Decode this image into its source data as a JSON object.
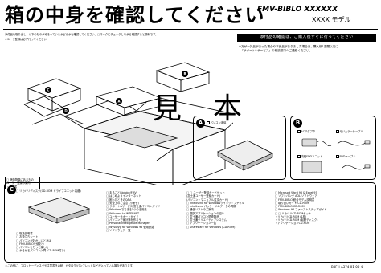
{
  "header": {
    "title": "箱の中身を確認してください",
    "brand": "FMV-BIBLO XXXXXX",
    "model": "XXXX モデル"
  },
  "intro": {
    "line1": "添付品を取り出し、以下のものがそろっているかどうかを確認してください。□マークにチェックしながら確認すると便利です。",
    "line2": "※ユーザ登録は必ず行ってください。"
  },
  "warning": {
    "bar": "添付品の確認は、ご購入後すぐに行ってください",
    "text": "※万が一欠品があった場合や不良品がありました場合は、購入後1週間以内に\n  『サポート&サービス』の相談窓口へご連絡ください。"
  },
  "panel_a": {
    "letter": "A",
    "items": [
      "パソコン本体"
    ]
  },
  "panel_b": {
    "letter": "B",
    "items": [
      "ACアダプタ",
      "モジュラーケーブル",
      "内蔵FDDユニット",
      "FDDケーブル"
    ]
  },
  "watermark": {
    "left": "見",
    "right": "本"
  },
  "box_note": {
    "line1": "□ 梱包物欄にあるもの",
    "line2": "ユーザー登録の案内",
    "line3": "・保証書"
  },
  "panel_c": {
    "letter": "C",
    "col1": [
      "□ リカバリディスク(CD-ROM ドライブユニット内蔵)",
      "□ 取扱説明書",
      "□ お役立ちシート",
      "□ パソコンがおかしいときは",
      "□ FMV-BIBLOを使おう",
      "□ パソコンをもっと楽しむ",
      "□ かるがるパソコン入門 (CD-ROM付き)"
    ],
    "col2": [
      "□ まるごとBiglobe/FMV",
      "□ はじめようインターネット",
      "□ 困ったときのQ&A",
      "□ 安全上のご注意 (小冊子)",
      "□ サポート&サービス 富士通パソコンガイド",
      "□ Windowsでできる5つの活用法",
      "□ Welcome to INTERNET",
      "□ ユーザーサポートガイド",
      "□ パソコンで家計簿を作ろう",
      "□ Personal Intelligence Manager",
      "□ Wysiwyg for Windows 98 使用許諾",
      "□ ソフトウェア一覧"
    ],
    "col3": [
      "□ □ ユーザー登録カードセット",
      "  (富士通ユーザー登録カード)",
      "  (パソコン・マニュアル注文カード)",
      "□ Intellisync for Windowsクイック・ファイル",
      "□ Intellisync パッケージのデータの同期",
      "□ 通信ソフトのご案内",
      "□ 翻訳アプリケーションの紹介",
      "□ 富士通パソコン関連製品",
      "□ 富士通クリエイティブシステム",
      "□ アプリケーション一覧",
      "□ Shareware for Windows (CD-ROM)"
    ],
    "col4": [
      "□ Microsoft Word 98 & Excel 97",
      "□ ソフトバンク ADL ソフトウェア",
      "□ FMV-BIBLO 統合モデム説明書",
      "□ 取り扱いガイド CD-ROM",
      "□ FMV-BIBLO CD-ROM",
      "□ Windows 98 ファーストステップガイド",
      "□ □ リカバリCD-ROMセット",
      "  ・リカバリCD-ROM (1枚)",
      "  ・リカバリCD-ROM (起動ディスク)",
      "  ・アプリケーションCD-ROM"
    ]
  },
  "footer": {
    "note": "＊この他に、フロッピーディスクや注意書きの紙、カタログ/パンフレットなどが入っている場合があります。",
    "part_no": "B3FH-A374-01-00 ©"
  }
}
